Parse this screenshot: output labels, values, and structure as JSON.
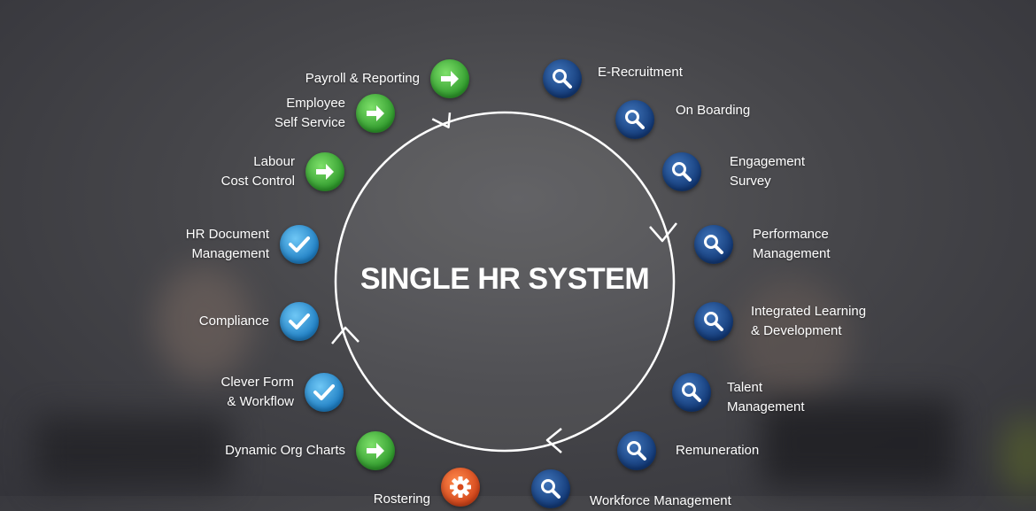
{
  "title": "SINGLE HR SYSTEM",
  "left_items": [
    {
      "label": "Payroll & Reporting",
      "icon": "arrow-right-icon"
    },
    {
      "label": "Employee\nSelf Service",
      "icon": "arrow-right-icon"
    },
    {
      "label": "Labour\nCost Control",
      "icon": "arrow-right-icon"
    },
    {
      "label": "HR Document\nManagement",
      "icon": "check-icon"
    },
    {
      "label": "Compliance",
      "icon": "check-icon"
    },
    {
      "label": "Clever Form\n& Workflow",
      "icon": "check-icon"
    },
    {
      "label": "Dynamic Org Charts",
      "icon": "arrow-right-icon"
    },
    {
      "label": "Rostering",
      "icon": "gear-icon"
    }
  ],
  "right_items": [
    {
      "label": "E-Recruitment",
      "icon": "magnifier-icon"
    },
    {
      "label": "On Boarding",
      "icon": "magnifier-icon"
    },
    {
      "label": "Engagement\nSurvey",
      "icon": "magnifier-icon"
    },
    {
      "label": "Performance\nManagement",
      "icon": "magnifier-icon"
    },
    {
      "label": "Integrated Learning\n& Development",
      "icon": "magnifier-icon"
    },
    {
      "label": "Talent\nManagement",
      "icon": "magnifier-icon"
    },
    {
      "label": "Remuneration",
      "icon": "magnifier-icon"
    },
    {
      "label": "Workforce Management",
      "icon": "magnifier-icon"
    }
  ],
  "colors": {
    "green": "#3aa935",
    "check_blue": "#2a8fd6",
    "search_navy": "#1a4a8c",
    "gear_orange": "#e0531f",
    "text": "#ffffff"
  }
}
